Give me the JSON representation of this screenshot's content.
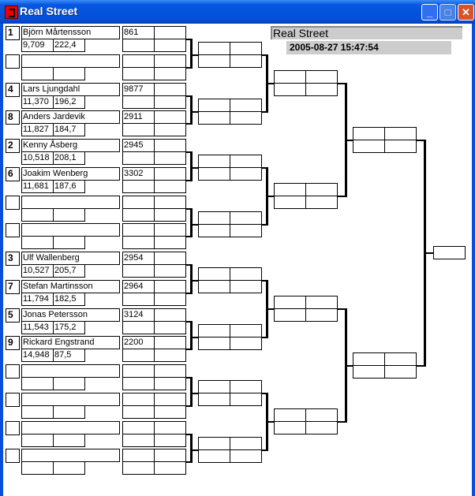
{
  "window": {
    "title": "Real Street"
  },
  "header": {
    "title": "Real Street",
    "datetime": "2005-08-27 15:47:54"
  },
  "players": [
    {
      "seed": "1",
      "name": "Björn Mårtensson",
      "stat1": "9,709",
      "stat2": "222,4",
      "score": "861"
    },
    {
      "seed": "",
      "name": "",
      "stat1": "",
      "stat2": "",
      "score": ""
    },
    {
      "seed": "4",
      "name": "Lars Ljungdahl",
      "stat1": "11,370",
      "stat2": "196,2",
      "score": "9877"
    },
    {
      "seed": "8",
      "name": "Anders Jardevik",
      "stat1": "11,827",
      "stat2": "184,7",
      "score": "2911"
    },
    {
      "seed": "2",
      "name": "Kenny Åsberg",
      "stat1": "10,518",
      "stat2": "208,1",
      "score": "2945"
    },
    {
      "seed": "6",
      "name": "Joakim Wenberg",
      "stat1": "11,681",
      "stat2": "187,6",
      "score": "3302"
    },
    {
      "seed": "",
      "name": "",
      "stat1": "",
      "stat2": "",
      "score": ""
    },
    {
      "seed": "",
      "name": "",
      "stat1": "",
      "stat2": "",
      "score": ""
    },
    {
      "seed": "3",
      "name": "Ulf Wallenberg",
      "stat1": "10,527",
      "stat2": "205,7",
      "score": "2954"
    },
    {
      "seed": "7",
      "name": "Stefan Martinsson",
      "stat1": "11,794",
      "stat2": "182,5",
      "score": "2964"
    },
    {
      "seed": "5",
      "name": "Jonas Petersson",
      "stat1": "11,543",
      "stat2": "175,2",
      "score": "3124"
    },
    {
      "seed": "9",
      "name": "Rickard Engstrand",
      "stat1": "14,948",
      "stat2": "87,5",
      "score": "2200"
    },
    {
      "seed": "",
      "name": "",
      "stat1": "",
      "stat2": "",
      "score": ""
    },
    {
      "seed": "",
      "name": "",
      "stat1": "",
      "stat2": "",
      "score": ""
    },
    {
      "seed": "",
      "name": "",
      "stat1": "",
      "stat2": "",
      "score": ""
    },
    {
      "seed": "",
      "name": "",
      "stat1": "",
      "stat2": "",
      "score": ""
    }
  ]
}
